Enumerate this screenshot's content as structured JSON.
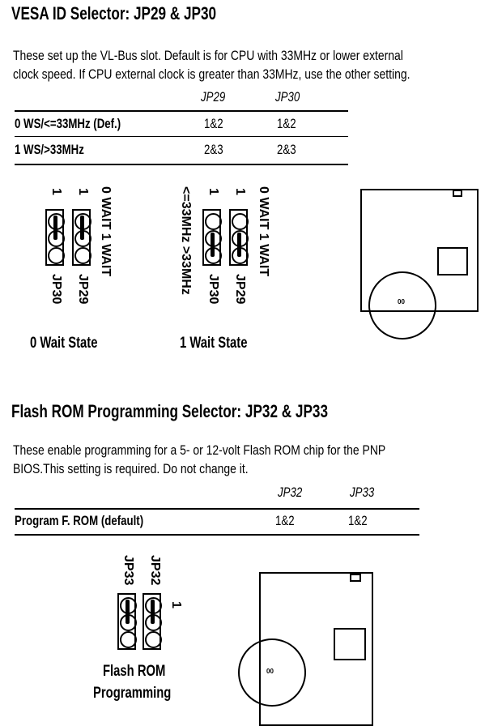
{
  "vesa": {
    "title": "VESA ID Selector: JP29 & JP30",
    "description_line1": "These set up the VL-Bus slot. Default is for CPU with 33MHz or lower external",
    "description_line2": "clock speed. If CPU external clock is greater than 33MHz, use the other setting.",
    "table": {
      "headers": [
        "JP29",
        "JP30"
      ],
      "rows": [
        {
          "label": "0 WS/<=33MHz (Def.)",
          "values": [
            "1&2",
            "1&2"
          ]
        },
        {
          "label": "1 WS/>33MHz",
          "values": [
            "2&3",
            "2&3"
          ]
        }
      ]
    },
    "diagram_zero": {
      "pin1": "1",
      "wait_label": "0 WAIT 1 WAIT",
      "jp30": "JP30",
      "jp29": "JP29",
      "caption": "0 Wait State"
    },
    "diagram_one": {
      "pin1": "1",
      "speed_label": "<=33MHz >33MHz",
      "wait_label": "0 WAIT 1 WAIT",
      "jp30": "JP30",
      "jp29": "JP29",
      "caption": "1 Wait State"
    },
    "board_marker": "00"
  },
  "flash": {
    "title": "Flash ROM Programming Selector: JP32 & JP33",
    "description_line1": "These enable programming for a 5- or 12-volt Flash ROM chip for the PNP",
    "description_line2": "BIOS.This setting is required. Do not change it.",
    "table": {
      "headers": [
        "JP32",
        "JP33"
      ],
      "rows": [
        {
          "label": "Program F. ROM (default)",
          "values": [
            "1&2",
            "1&2"
          ]
        }
      ]
    },
    "diagram": {
      "jp33": "JP33",
      "jp32": "JP32",
      "pin1": "1",
      "caption_line1": "Flash ROM",
      "caption_line2": "Programming"
    },
    "board_marker": "00"
  }
}
